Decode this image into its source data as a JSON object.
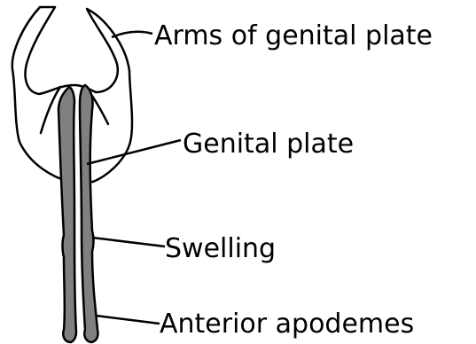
{
  "labels": {
    "arms": "Arms of genital plate",
    "genital_plate": "Genital plate",
    "swelling": "Swelling",
    "anterior_apodemes": "Anterior apodemes"
  },
  "colors": {
    "outline": "#000000",
    "apodeme_fill": "#808080",
    "background": "#ffffff"
  }
}
